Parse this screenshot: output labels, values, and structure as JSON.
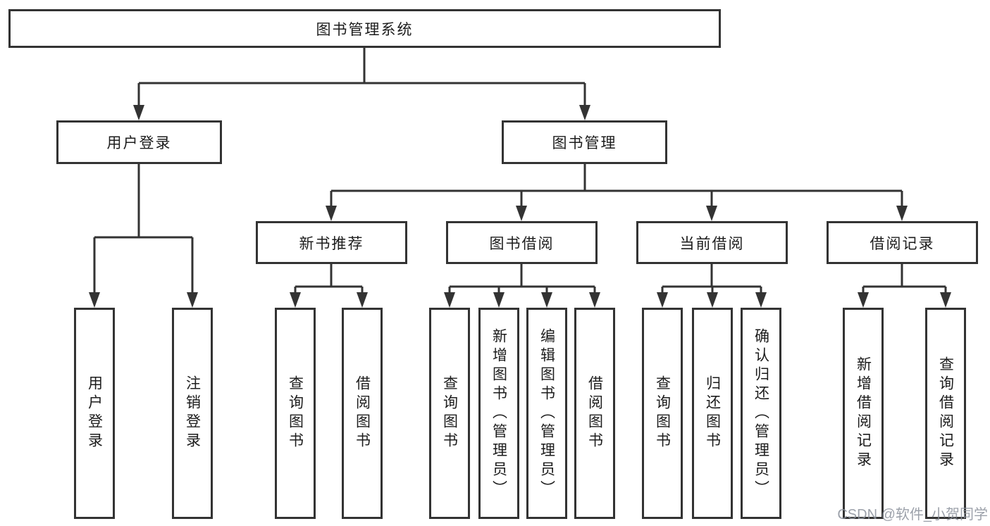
{
  "tree": {
    "root": {
      "label": "图书管理系统",
      "children": [
        {
          "label": "用户登录",
          "children": [
            {
              "label": "用户登录"
            },
            {
              "label": "注销登录"
            }
          ]
        },
        {
          "label": "图书管理",
          "children": [
            {
              "label": "新书推荐",
              "children": [
                {
                  "label": "查询图书"
                },
                {
                  "label": "借阅图书"
                }
              ]
            },
            {
              "label": "图书借阅",
              "children": [
                {
                  "label": "查询图书"
                },
                {
                  "label": "新增图书（管理员）"
                },
                {
                  "label": "编辑图书（管理员）"
                },
                {
                  "label": "借阅图书"
                }
              ]
            },
            {
              "label": "当前借阅",
              "children": [
                {
                  "label": "查询图书"
                },
                {
                  "label": "归还图书"
                },
                {
                  "label": "确认归还（管理员）"
                }
              ]
            },
            {
              "label": "借阅记录",
              "children": [
                {
                  "label": "新增借阅记录"
                },
                {
                  "label": "查询借阅记录"
                }
              ]
            }
          ]
        }
      ]
    }
  },
  "watermark": {
    "text": "CSDN @软件_小贺同学"
  },
  "colors": {
    "line": "#333333",
    "text": "#1c1c1c",
    "bg": "#ffffff",
    "watermark": "#8b919c"
  }
}
